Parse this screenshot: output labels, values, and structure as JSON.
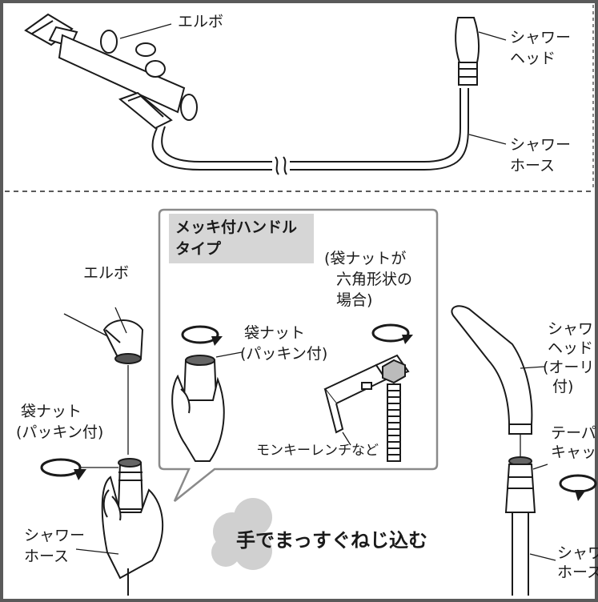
{
  "top_panel": {
    "elbow_label": "エルボ",
    "shower_head_label": [
      "シャワー",
      "ヘッド"
    ],
    "shower_hose_label": [
      "シャワー",
      "ホース"
    ]
  },
  "bottom_panel": {
    "elbow_label": "エルボ",
    "bag_nut_label": [
      "袋ナット",
      "(パッキン付)"
    ],
    "shower_hose_label": [
      "シャワー",
      "ホース"
    ],
    "callout": {
      "title": [
        "メッキ付ハンドル",
        "タイプ"
      ],
      "bag_nut_label": [
        "袋ナット",
        "(パッキン付)"
      ],
      "hex_note": [
        "(袋ナットが",
        "六角形状の",
        "場合)"
      ],
      "wrench_label": "モンキーレンチなど"
    },
    "slogan": "手でまっすぐねじ込む",
    "right": {
      "shower_head_label": [
        "シャワ",
        "ヘッド",
        "(オーリ",
        "付)"
      ],
      "taper_cap_label": [
        "テーパ",
        "キャッ"
      ],
      "shower_hose_label": [
        "シャワ",
        "ホース"
      ]
    }
  },
  "colors": {
    "frame": "#5a5a5a",
    "line": "#1a1a1a",
    "callout_bg": "#d6d6d6",
    "cloud": "#d0d0d0"
  }
}
